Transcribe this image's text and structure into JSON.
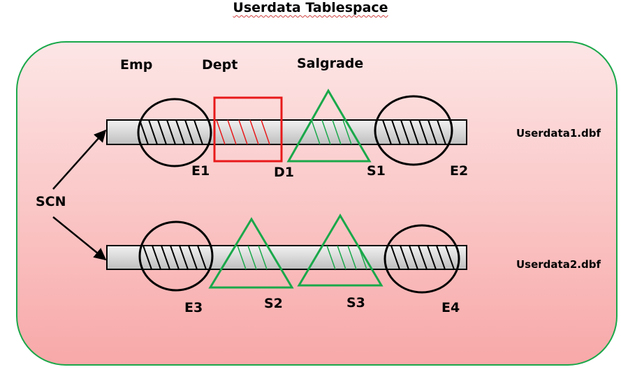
{
  "title": "Userdata Tablespace",
  "segment_headers": {
    "emp": "Emp",
    "dept": "Dept",
    "salgrade": "Salgrade"
  },
  "scn_label": "SCN",
  "datafiles": [
    {
      "file": "Userdata1.dbf",
      "extents": [
        "E1",
        "D1",
        "S1",
        "E2"
      ]
    },
    {
      "file": "Userdata2.dbf",
      "extents": [
        "E3",
        "S2",
        "S3",
        "E4"
      ]
    }
  ],
  "colors": {
    "emp_shape": "#000000",
    "dept_shape": "#e8191a",
    "salgrade_shape": "#1aa84a",
    "container_border": "#1aa84a",
    "container_fill_top": "#fde3e3",
    "container_fill_bottom": "#f8a9a9"
  }
}
